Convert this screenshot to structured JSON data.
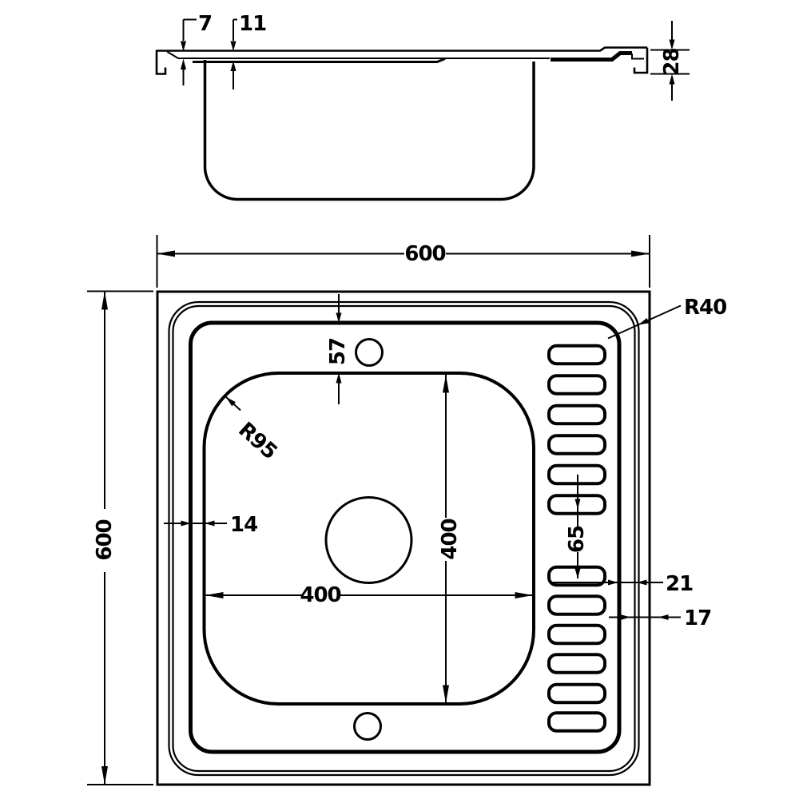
{
  "drawing": {
    "type": "technical-drawing",
    "subject": "Kitchen sink with single bowl and drainer board — dimensioned orthographic views",
    "units": "mm",
    "colors": {
      "line": "#000000",
      "background": "#ffffff"
    },
    "views": [
      {
        "id": "side-section",
        "description": "Side cross-section of sink deck and bowl"
      },
      {
        "id": "top-plan",
        "description": "Top plan view with bowl, drain hole, two tap holes and twelve drainer slots"
      }
    ],
    "dimensions": {
      "profile_lip": "7",
      "profile_rim_step": "11",
      "profile_edge_height": "28",
      "plan_width": "600",
      "plan_depth": "600",
      "deck_corner_radius": "R40",
      "bowl_top_gap": "57",
      "bowl_corner_radius": "R95",
      "bowl_left_gap": "14",
      "bowl_width": "400",
      "bowl_depth": "400",
      "slot_group_gap": "65",
      "drainer_edge_gap": "21",
      "rim_flange_width": "17"
    }
  }
}
